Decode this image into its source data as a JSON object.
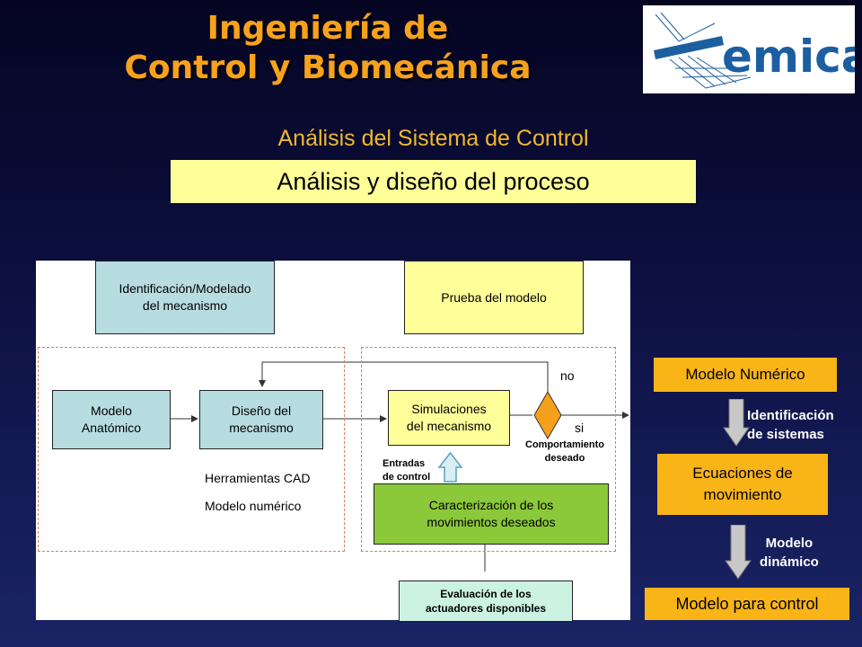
{
  "header": {
    "title_line1": "Ingeniería de",
    "title_line2": "Control y Biomecánica",
    "logo_text": "emica"
  },
  "subtitle": "Análisis del Sistema de Control",
  "banner": "Análisis y diseño del proceso",
  "diagram": {
    "ident_box": "Identificación/Modelado\ndel mecanismo",
    "prueba_box": "Prueba del modelo",
    "anatomico_box": "Modelo\nAnatómico",
    "diseno_box": "Diseño del\nmecanismo",
    "simulaciones_box": "Simulaciones\ndel mecanismo",
    "no_label": "no",
    "si_label": "si",
    "comportamiento_label": "Comportamiento\ndeseado",
    "entradas_label": "Entradas\nde control",
    "cad_label": "Herramientas CAD",
    "numerico_label": "Modelo numérico",
    "caracterizacion_box": "Caracterización de los\nmovimientos deseados",
    "evaluacion_box": "Evaluación de los\nactuadores disponibles"
  },
  "right_flow": {
    "box1": "Modelo Numérico",
    "label1": "Identificación\nde sistemas",
    "box2": "Ecuaciones de\nmovimiento",
    "label2": "Modelo\ndinámico",
    "box3": "Modelo para control"
  },
  "colors": {
    "title": "#f7a21b",
    "banner_bg": "#ffff99",
    "box_blue": "#b7dde0",
    "box_green": "#8bc83a",
    "diamond": "#f5a01a",
    "right_box": "#f9b418"
  }
}
